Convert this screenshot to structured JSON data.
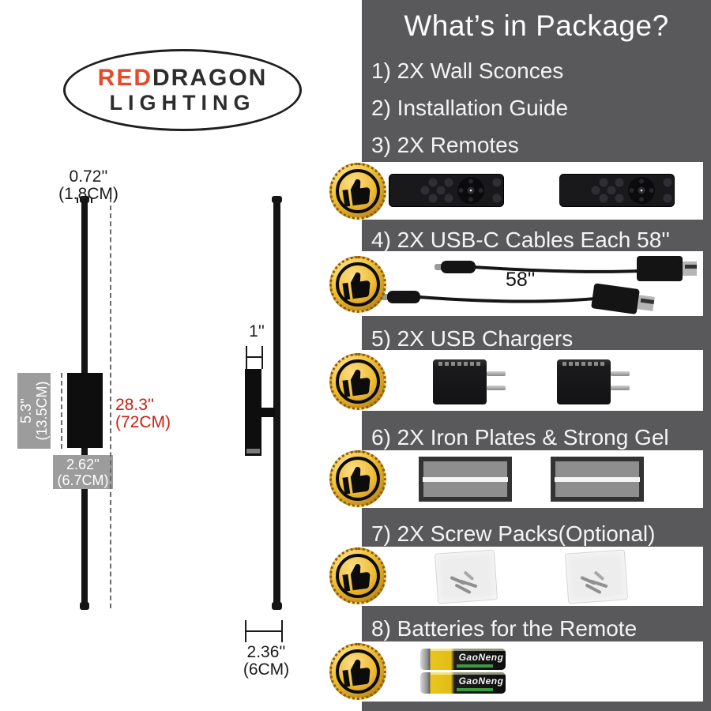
{
  "brand": {
    "name_red": "RED",
    "name_black": "DRAGON",
    "line2": "LIGHTING"
  },
  "diagram": {
    "front_view": {
      "rod_diameter_in": "0.72''",
      "rod_diameter_cm": "(1.8CM)",
      "plate_height_in": "5.3''",
      "plate_height_cm": "(13.5CM)",
      "total_length_in": "28.3''",
      "total_length_cm": "(72CM)",
      "plate_width_in": "2.62''",
      "plate_width_cm": "(6.7CM)"
    },
    "side_view": {
      "arm_width_in": "1''",
      "depth_in": "2.36''",
      "depth_cm": "(6CM)"
    }
  },
  "panel": {
    "title": "What’s in Package?",
    "items": [
      {
        "label": "1) 2X Wall Sconces"
      },
      {
        "label": "2) Installation Guide"
      },
      {
        "label": "3) 2X Remotes"
      },
      {
        "label": "4) 2X USB-C Cables Each 58''",
        "photo_note": "58''"
      },
      {
        "label": "5) 2X USB Chargers"
      },
      {
        "label": "6) 2X Iron Plates & Strong Gel"
      },
      {
        "label": "7) 2X Screw Packs(Optional)"
      },
      {
        "label": "8) Batteries for the Remote"
      }
    ],
    "battery_brand": "GaoNeng"
  },
  "colors": {
    "panel_bg": "#59595b",
    "dimension_red": "#ce1c10",
    "logo_red": "#e34b2b",
    "coin_gold": "#f2c33c",
    "label_gray": "#9c9c9c"
  }
}
